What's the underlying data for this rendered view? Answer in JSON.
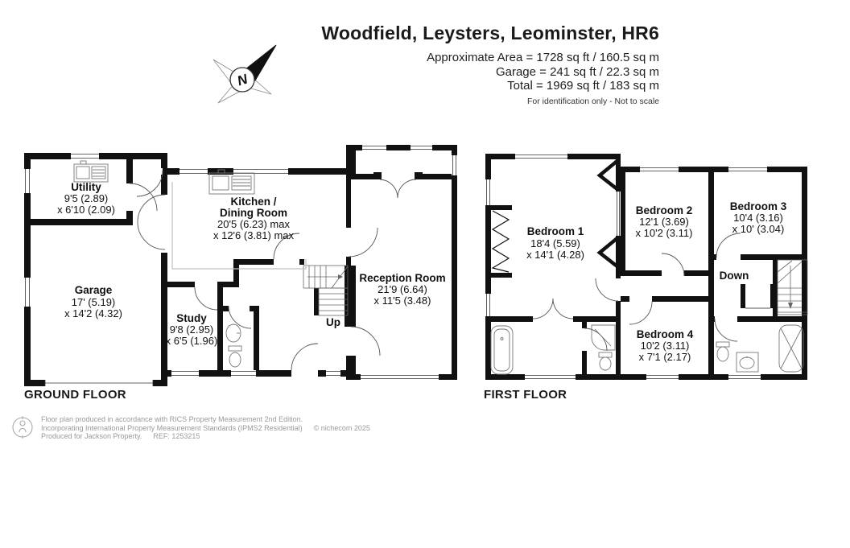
{
  "header": {
    "title": "Woodfield, Leysters, Leominster, HR6",
    "area_line1": "Approximate Area = 1728 sq ft / 160.5 sq m",
    "area_line2": "Garage = 241 sq ft / 22.3 sq m",
    "area_line3": "Total = 1969 sq ft / 183 sq m",
    "note": "For identification only - Not to scale"
  },
  "compass": {
    "label": "N"
  },
  "ground_floor": {
    "label": "GROUND FLOOR",
    "stairs_label": "Up",
    "rooms": {
      "utility": {
        "name": "Utility",
        "dim1": "9'5 (2.89)",
        "dim2": "x 6'10 (2.09)"
      },
      "kitchen": {
        "name1": "Kitchen /",
        "name2": "Dining Room",
        "dim1": "20'5 (6.23) max",
        "dim2": "x 12'6 (3.81) max"
      },
      "garage": {
        "name": "Garage",
        "dim1": "17' (5.19)",
        "dim2": "x 14'2 (4.32)"
      },
      "study": {
        "name": "Study",
        "dim1": "9'8 (2.95)",
        "dim2": "x 6'5 (1.96)"
      },
      "reception": {
        "name": "Reception Room",
        "dim1": "21'9 (6.64)",
        "dim2": "x 11'5 (3.48)"
      }
    }
  },
  "first_floor": {
    "label": "FIRST FLOOR",
    "stairs_label": "Down",
    "rooms": {
      "bedroom1": {
        "name": "Bedroom 1",
        "dim1": "18'4 (5.59)",
        "dim2": "x 14'1 (4.28)"
      },
      "bedroom2": {
        "name": "Bedroom 2",
        "dim1": "12'1 (3.69)",
        "dim2": "x 10'2 (3.11)"
      },
      "bedroom3": {
        "name": "Bedroom 3",
        "dim1": "10'4 (3.16)",
        "dim2": "x 10' (3.04)"
      },
      "bedroom4": {
        "name": "Bedroom 4",
        "dim1": "10'2 (3.11)",
        "dim2": "x 7'1 (2.17)"
      }
    }
  },
  "footer": {
    "line1": "Floor plan produced in accordance with RICS Property Measurement 2nd Edition.",
    "line2": "Incorporating International Property Measurement Standards (IPMS2 Residential)",
    "copyright": "© nichecom 2025",
    "line3": "Produced for Jackson Property.",
    "ref": "REF: 1253215"
  }
}
